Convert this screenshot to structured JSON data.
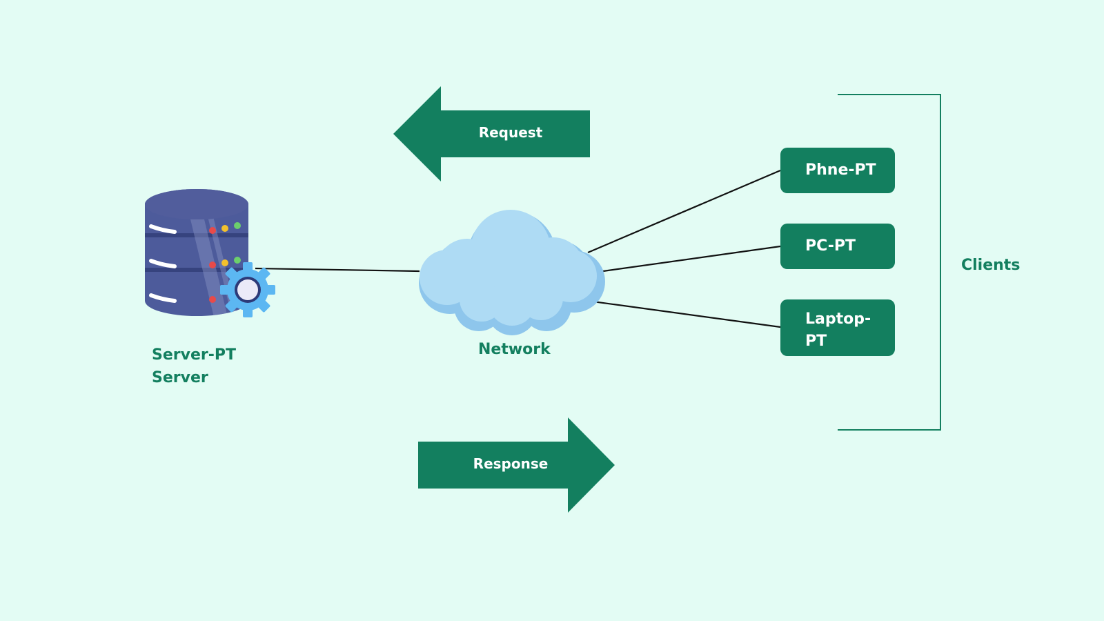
{
  "server": {
    "line1": "Server-PT",
    "line2": "Server",
    "icon": "database-server-icon"
  },
  "network": {
    "label": "Network",
    "icon": "cloud-icon"
  },
  "request": {
    "label": "Request",
    "direction": "left"
  },
  "response": {
    "label": "Response",
    "direction": "right"
  },
  "clients": {
    "label": "Clients",
    "items": [
      {
        "label": "Phne-PT"
      },
      {
        "label": "PC-PT"
      },
      {
        "label": "Laptop-PT"
      }
    ]
  },
  "colors": {
    "background": "#e3fcf4",
    "accent": "#137f5f",
    "cloud": "#aedbf4",
    "server": "#4d5b9b",
    "gear": "#5cb7f2"
  }
}
